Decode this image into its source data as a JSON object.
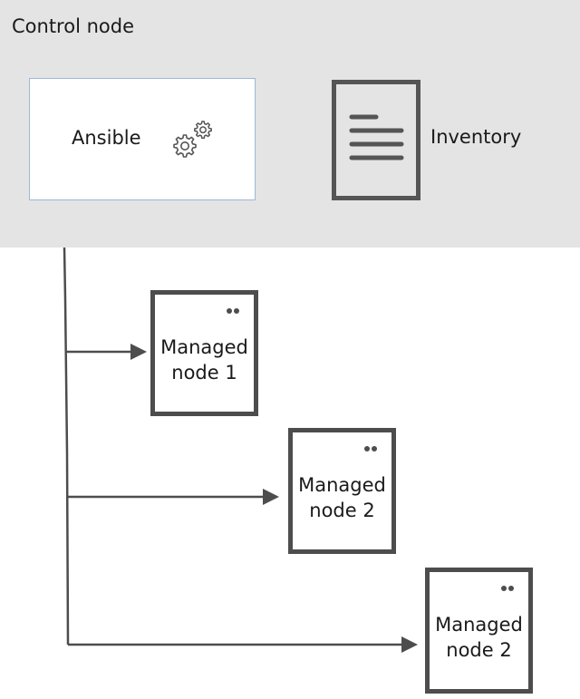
{
  "control_node": {
    "title": "Control node",
    "ansible_label": "Ansible",
    "gears_icon": "gears-icon",
    "inventory_label": "Inventory",
    "inventory_icon": "document-icon"
  },
  "managed_nodes": [
    {
      "line1": "Managed",
      "line2": "node 1"
    },
    {
      "line1": "Managed",
      "line2": "node 2"
    },
    {
      "line1": "Managed",
      "line2": "node 2"
    }
  ],
  "colors": {
    "control_background": "#e4e4e4",
    "stroke": "#4d4d4d",
    "ansible_border": "#9db8d9"
  }
}
